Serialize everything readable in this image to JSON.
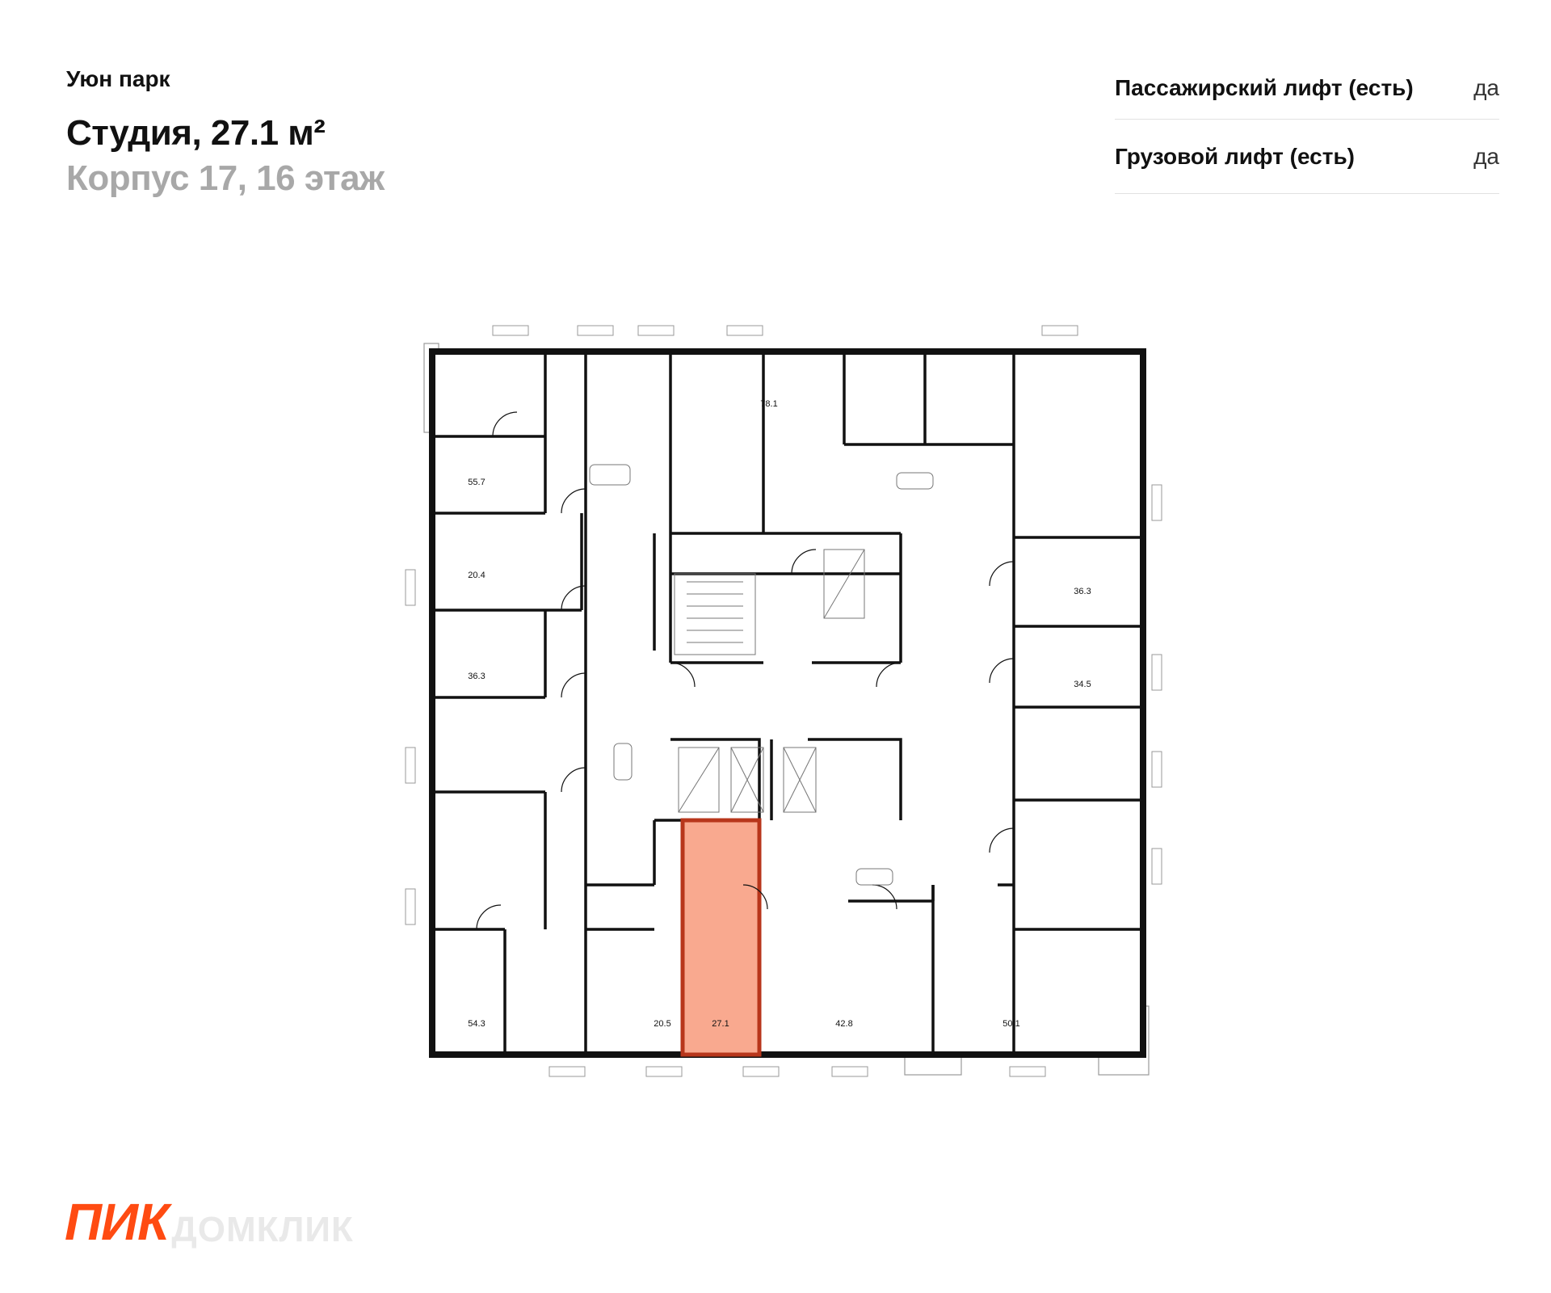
{
  "header": {
    "complex_name": "Уюн парк",
    "apartment_title": "Студия, 27.1 м²",
    "building_floor": "Корпус 17, 16 этаж"
  },
  "features": [
    {
      "label": "Пассажирский лифт (есть)",
      "value": "да"
    },
    {
      "label": "Грузовой лифт (есть)",
      "value": "да"
    }
  ],
  "floor_plan": {
    "highlight_color": "#f9a98f",
    "highlight_stroke": "#b8361b",
    "units": [
      {
        "area": "78.1"
      },
      {
        "area": "55.7"
      },
      {
        "area": "20.4"
      },
      {
        "area": "36.3"
      },
      {
        "area": "36.3"
      },
      {
        "area": "34.5"
      },
      {
        "area": "54.3"
      },
      {
        "area": "20.5"
      },
      {
        "area": "27.1",
        "selected": true
      },
      {
        "area": "42.8"
      },
      {
        "area": "50.1"
      }
    ]
  },
  "brand": {
    "logo": "ПИК",
    "partner": "ДОМКЛИК"
  }
}
